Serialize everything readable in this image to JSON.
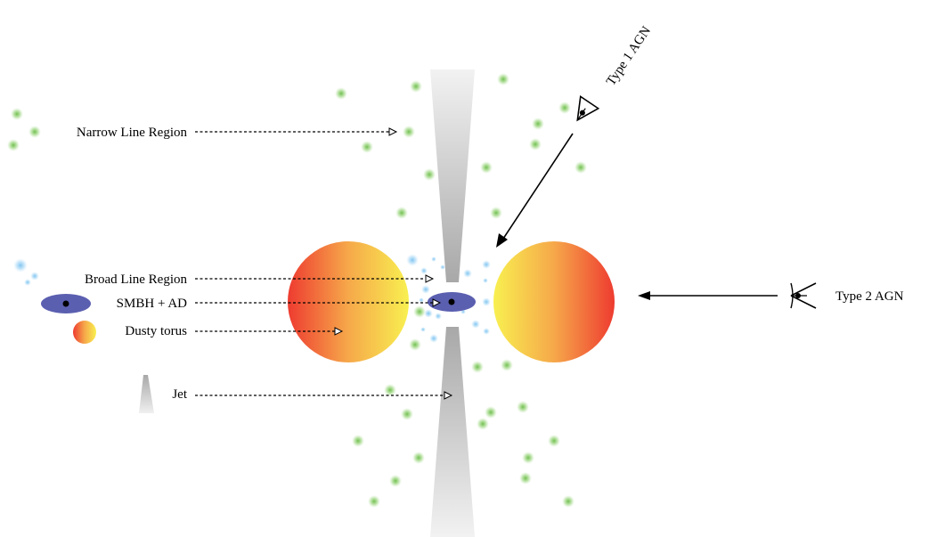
{
  "labels": {
    "narrow_line_region": "Narrow Line Region",
    "broad_line_region": "Broad Line Region",
    "smbh_ad": "SMBH + AD",
    "dusty_torus": "Dusty torus",
    "jet": "Jet",
    "type1": "Type 1 AGN",
    "type2": "Type 2 AGN"
  },
  "colors": {
    "nlr_cloud": "#6fbf4f",
    "blr_cloud": "#7ec4f0",
    "smbh_disk": "#5b5fb0",
    "torus_inner": "#f8f050",
    "torus_mid": "#f6a84a",
    "torus_outer": "#ee3b30",
    "jet": "#bdbdbd"
  }
}
